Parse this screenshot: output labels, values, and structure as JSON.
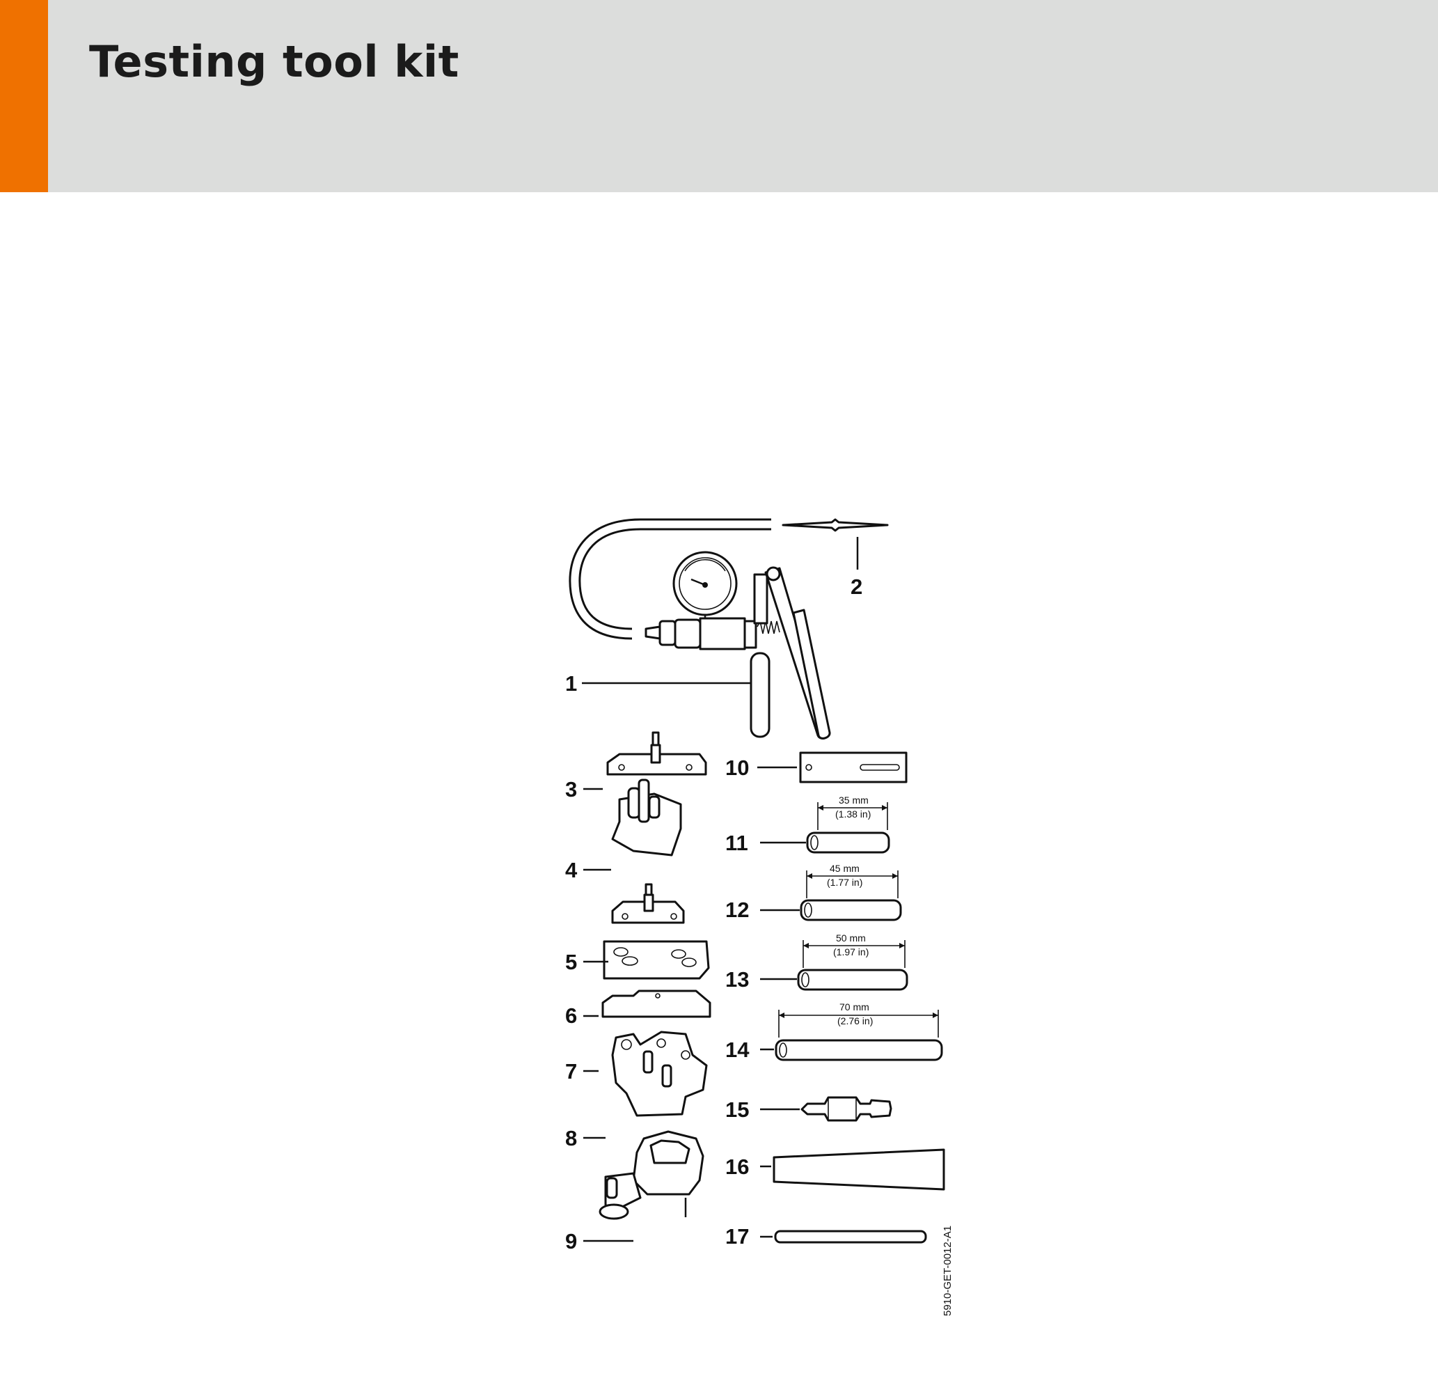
{
  "page": {
    "title": "Testing tool kit",
    "accent_color": "#ef7100",
    "header_color": "#dcdddc"
  },
  "diagram": {
    "figure_id": "5910-GET-0012-A1",
    "callouts": [
      "1",
      "2",
      "3",
      "4",
      "5",
      "6",
      "7",
      "8",
      "9",
      "10",
      "11",
      "12",
      "13",
      "14",
      "15",
      "16",
      "17"
    ],
    "dimensions": {
      "d11_mm": "35 mm",
      "d11_in": "(1.38 in)",
      "d12_mm": "45 mm",
      "d12_in": "(1.77 in)",
      "d13_mm": "50 mm",
      "d13_in": "(1.97 in)",
      "d14_mm": "70 mm",
      "d14_in": "(2.76 in)"
    }
  }
}
